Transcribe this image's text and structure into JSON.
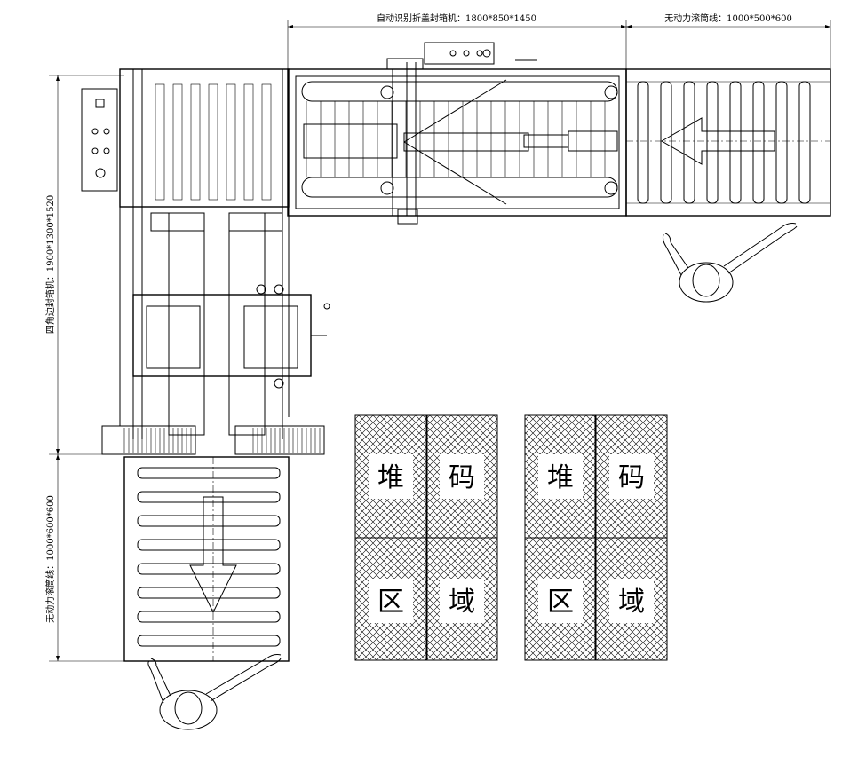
{
  "dimensions": {
    "top_folding_sealer": "自动识别折盖封箱机：1800*850*1450",
    "top_roller_line": "无动力滚筒线：1000*500*600",
    "left_corner_sealer": "四角边封箱机：1900*1300*1520",
    "left_roller_line": "无动力滚筒线：1000*600*600"
  },
  "stacking_zones": {
    "left": [
      "堆",
      "码",
      "区",
      "域"
    ],
    "right": [
      "堆",
      "码",
      "区",
      "域"
    ]
  }
}
